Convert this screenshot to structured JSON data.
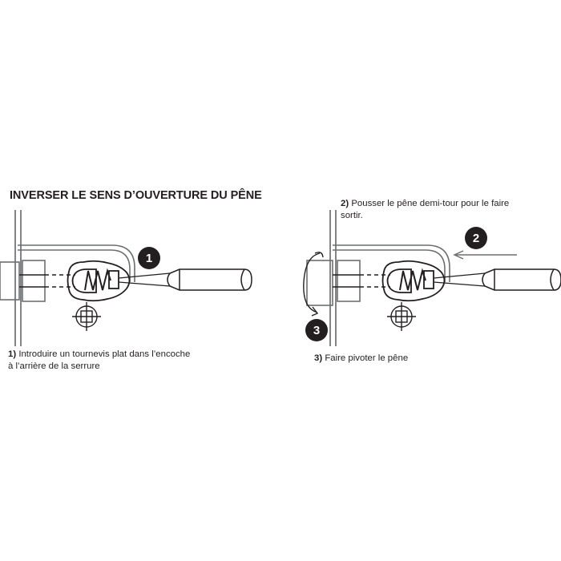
{
  "document": {
    "title": "INVERSER LE SENS D’OUVERTURE DU PÊNE",
    "language": "fr",
    "background_color": "#ffffff",
    "line_color": "#231f20",
    "line_color_light": "#6d6e71",
    "badge_color": "#231f20",
    "badge_text_color": "#ffffff"
  },
  "panels": {
    "left": {
      "badge": "1",
      "caption_number": "1)",
      "caption_line1": "Introduire un tournevis plat dans",
      "caption_line2": "l’encoche à l’arrière de la serrure",
      "caption_full": "1) Introduire un tournevis plat dans l’encoche à l’arrière de la serrure",
      "parts": {
        "faceplate": "lock-faceplate",
        "bolt": "dead-bolt-retracted",
        "cam": "bolt-cam-with-spring",
        "target": "crosshair-marker",
        "tool": "flat-screwdriver"
      }
    },
    "right": {
      "badge_push": "2",
      "badge_rotate": "3",
      "caption_push_number": "2)",
      "caption_push_line1": "Pousser le pêne demi-tour pour",
      "caption_push_line2": "le faire sortir.",
      "caption_push_full": "2) Pousser le pêne demi-tour pour le faire sortir.",
      "caption_rotate_number": "3)",
      "caption_rotate_text": "Faire pivoter le pêne",
      "caption_rotate_full": "3) Faire pivoter le pêne",
      "parts": {
        "faceplate": "lock-faceplate",
        "bolt": "dead-bolt-extended",
        "cam": "bolt-cam-with-spring",
        "target": "crosshair-marker",
        "tool": "flat-screwdriver",
        "push_arrow": "arrow-left",
        "rotate_arrow": "rotation-ellipse-arrow"
      }
    }
  }
}
